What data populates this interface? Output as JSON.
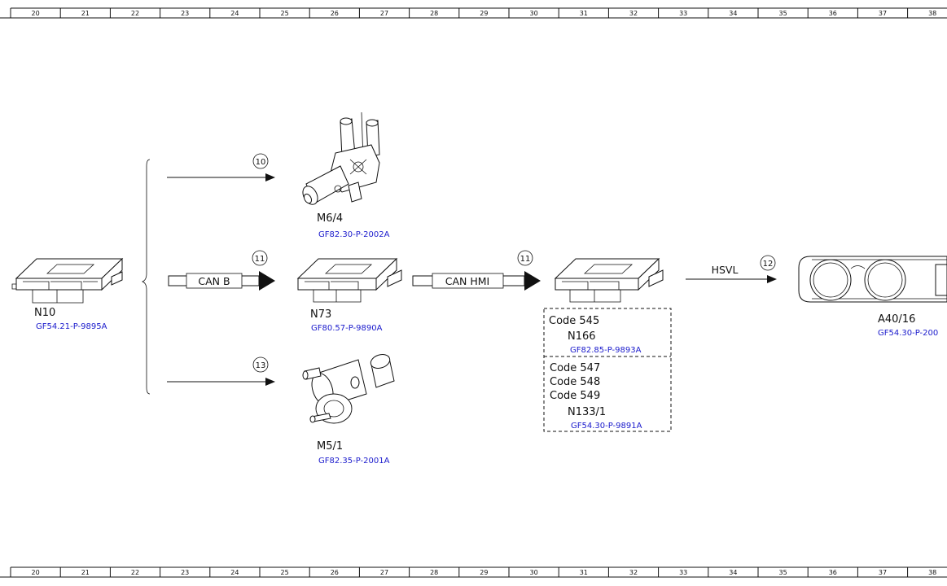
{
  "ruler": {
    "numbers": [
      "20",
      "21",
      "22",
      "23",
      "24",
      "25",
      "26",
      "27",
      "28",
      "29",
      "30",
      "31",
      "32",
      "33",
      "34",
      "35",
      "36",
      "37",
      "38"
    ]
  },
  "components": {
    "n10": {
      "label": "N10",
      "ref": "GF54.21-P-9895A"
    },
    "m6_4": {
      "label": "M6/4",
      "ref": "GF82.30-P-2002A"
    },
    "n73": {
      "label": "N73",
      "ref": "GF80.57-P-9890A"
    },
    "m5_1": {
      "label": "M5/1",
      "ref": "GF82.35-P-2001A"
    },
    "n166": {
      "code": "Code 545",
      "label": "N166",
      "ref": "GF82.85-P-9893A"
    },
    "n133": {
      "codes": [
        "Code 547",
        "Code 548",
        "Code 549"
      ],
      "label": "N133/1",
      "ref": "GF54.30-P-9891A"
    },
    "a40_16": {
      "label": "A40/16",
      "ref": "GF54.30-P-200"
    }
  },
  "connections": {
    "top": {
      "number": "10"
    },
    "middle": {
      "number": "11",
      "bus": "CAN B"
    },
    "bottom": {
      "number": "13"
    },
    "hmi": {
      "number": "11",
      "bus": "CAN HMI"
    },
    "hsvl": {
      "number": "12",
      "bus": "HSVL"
    }
  }
}
